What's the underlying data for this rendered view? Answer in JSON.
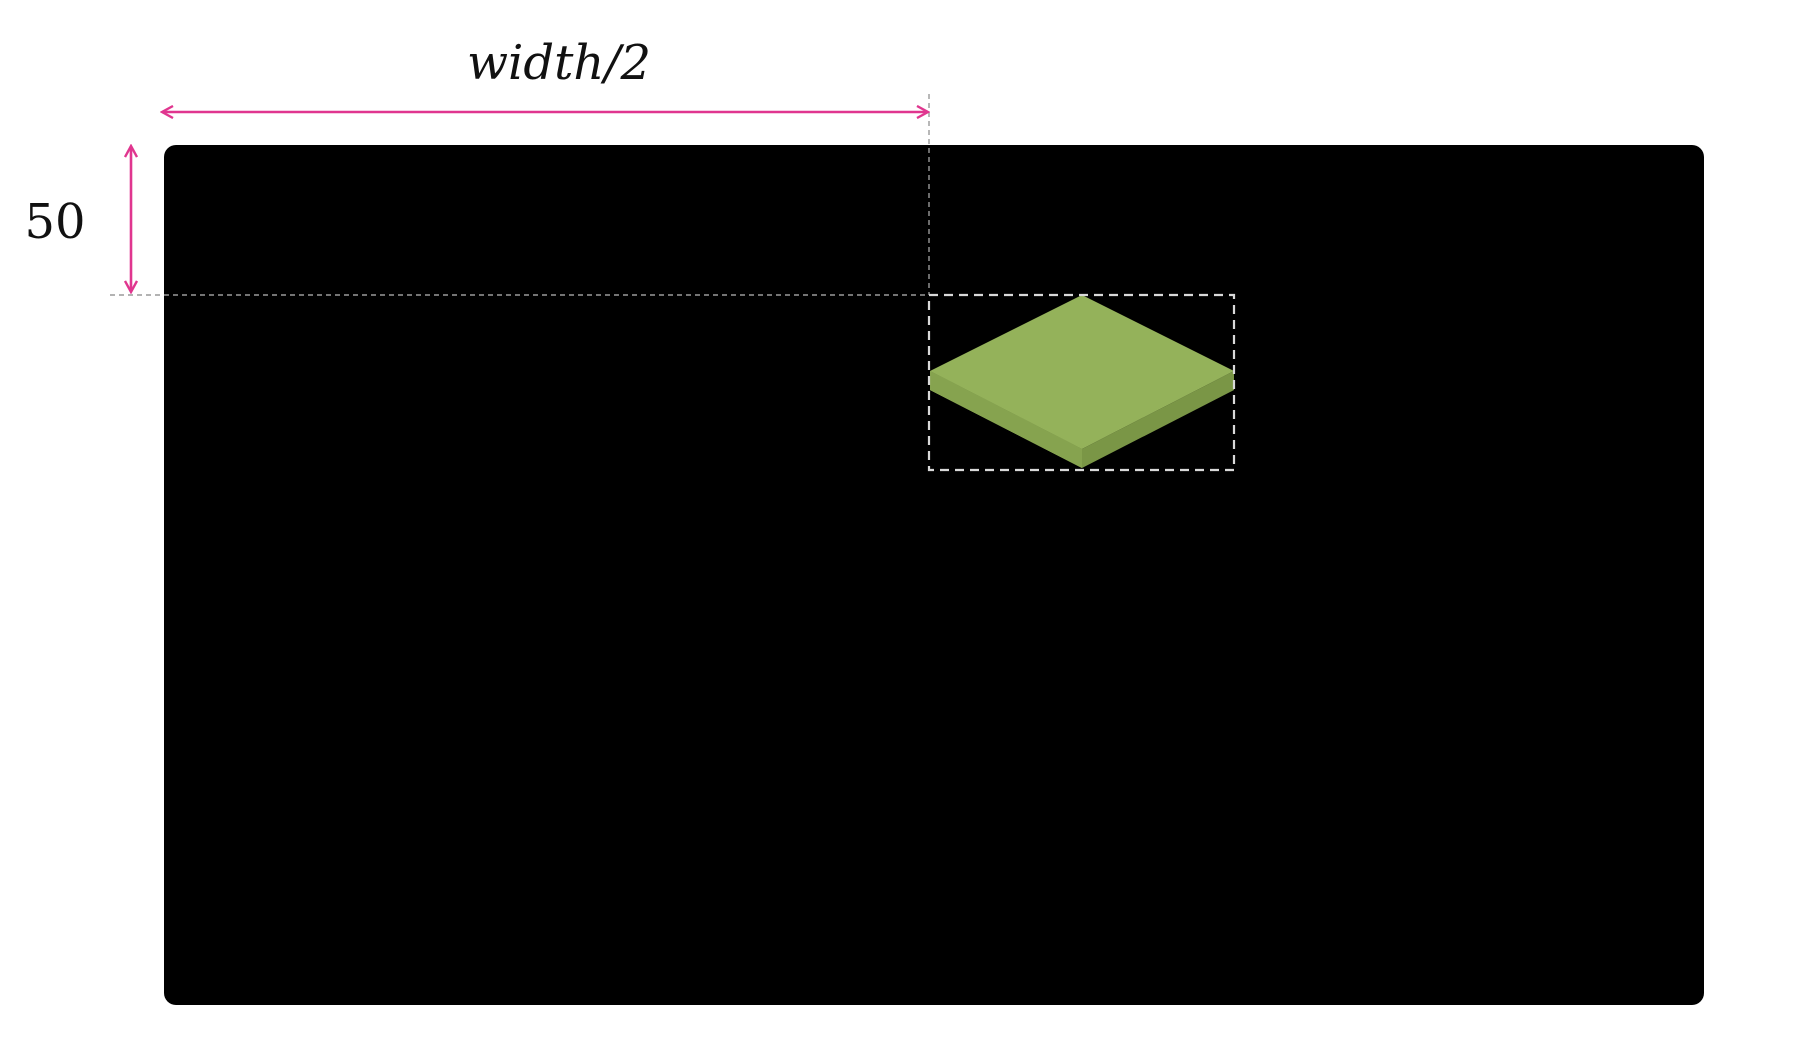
{
  "diagram": {
    "labels": {
      "horizontal_offset": "width/2",
      "vertical_offset": "50"
    },
    "colors": {
      "canvas_bg": "#000000",
      "page_bg": "#ffffff",
      "dimension_arrow": "#e0368f",
      "guide_line": "#9a9a9a",
      "bounding_box": "#d9d9d9",
      "tile_top": "#94b25a",
      "tile_left_side": "#86a34f",
      "tile_right_side": "#7a9646"
    },
    "icons": {
      "tile": "isometric-grass-tile"
    }
  }
}
